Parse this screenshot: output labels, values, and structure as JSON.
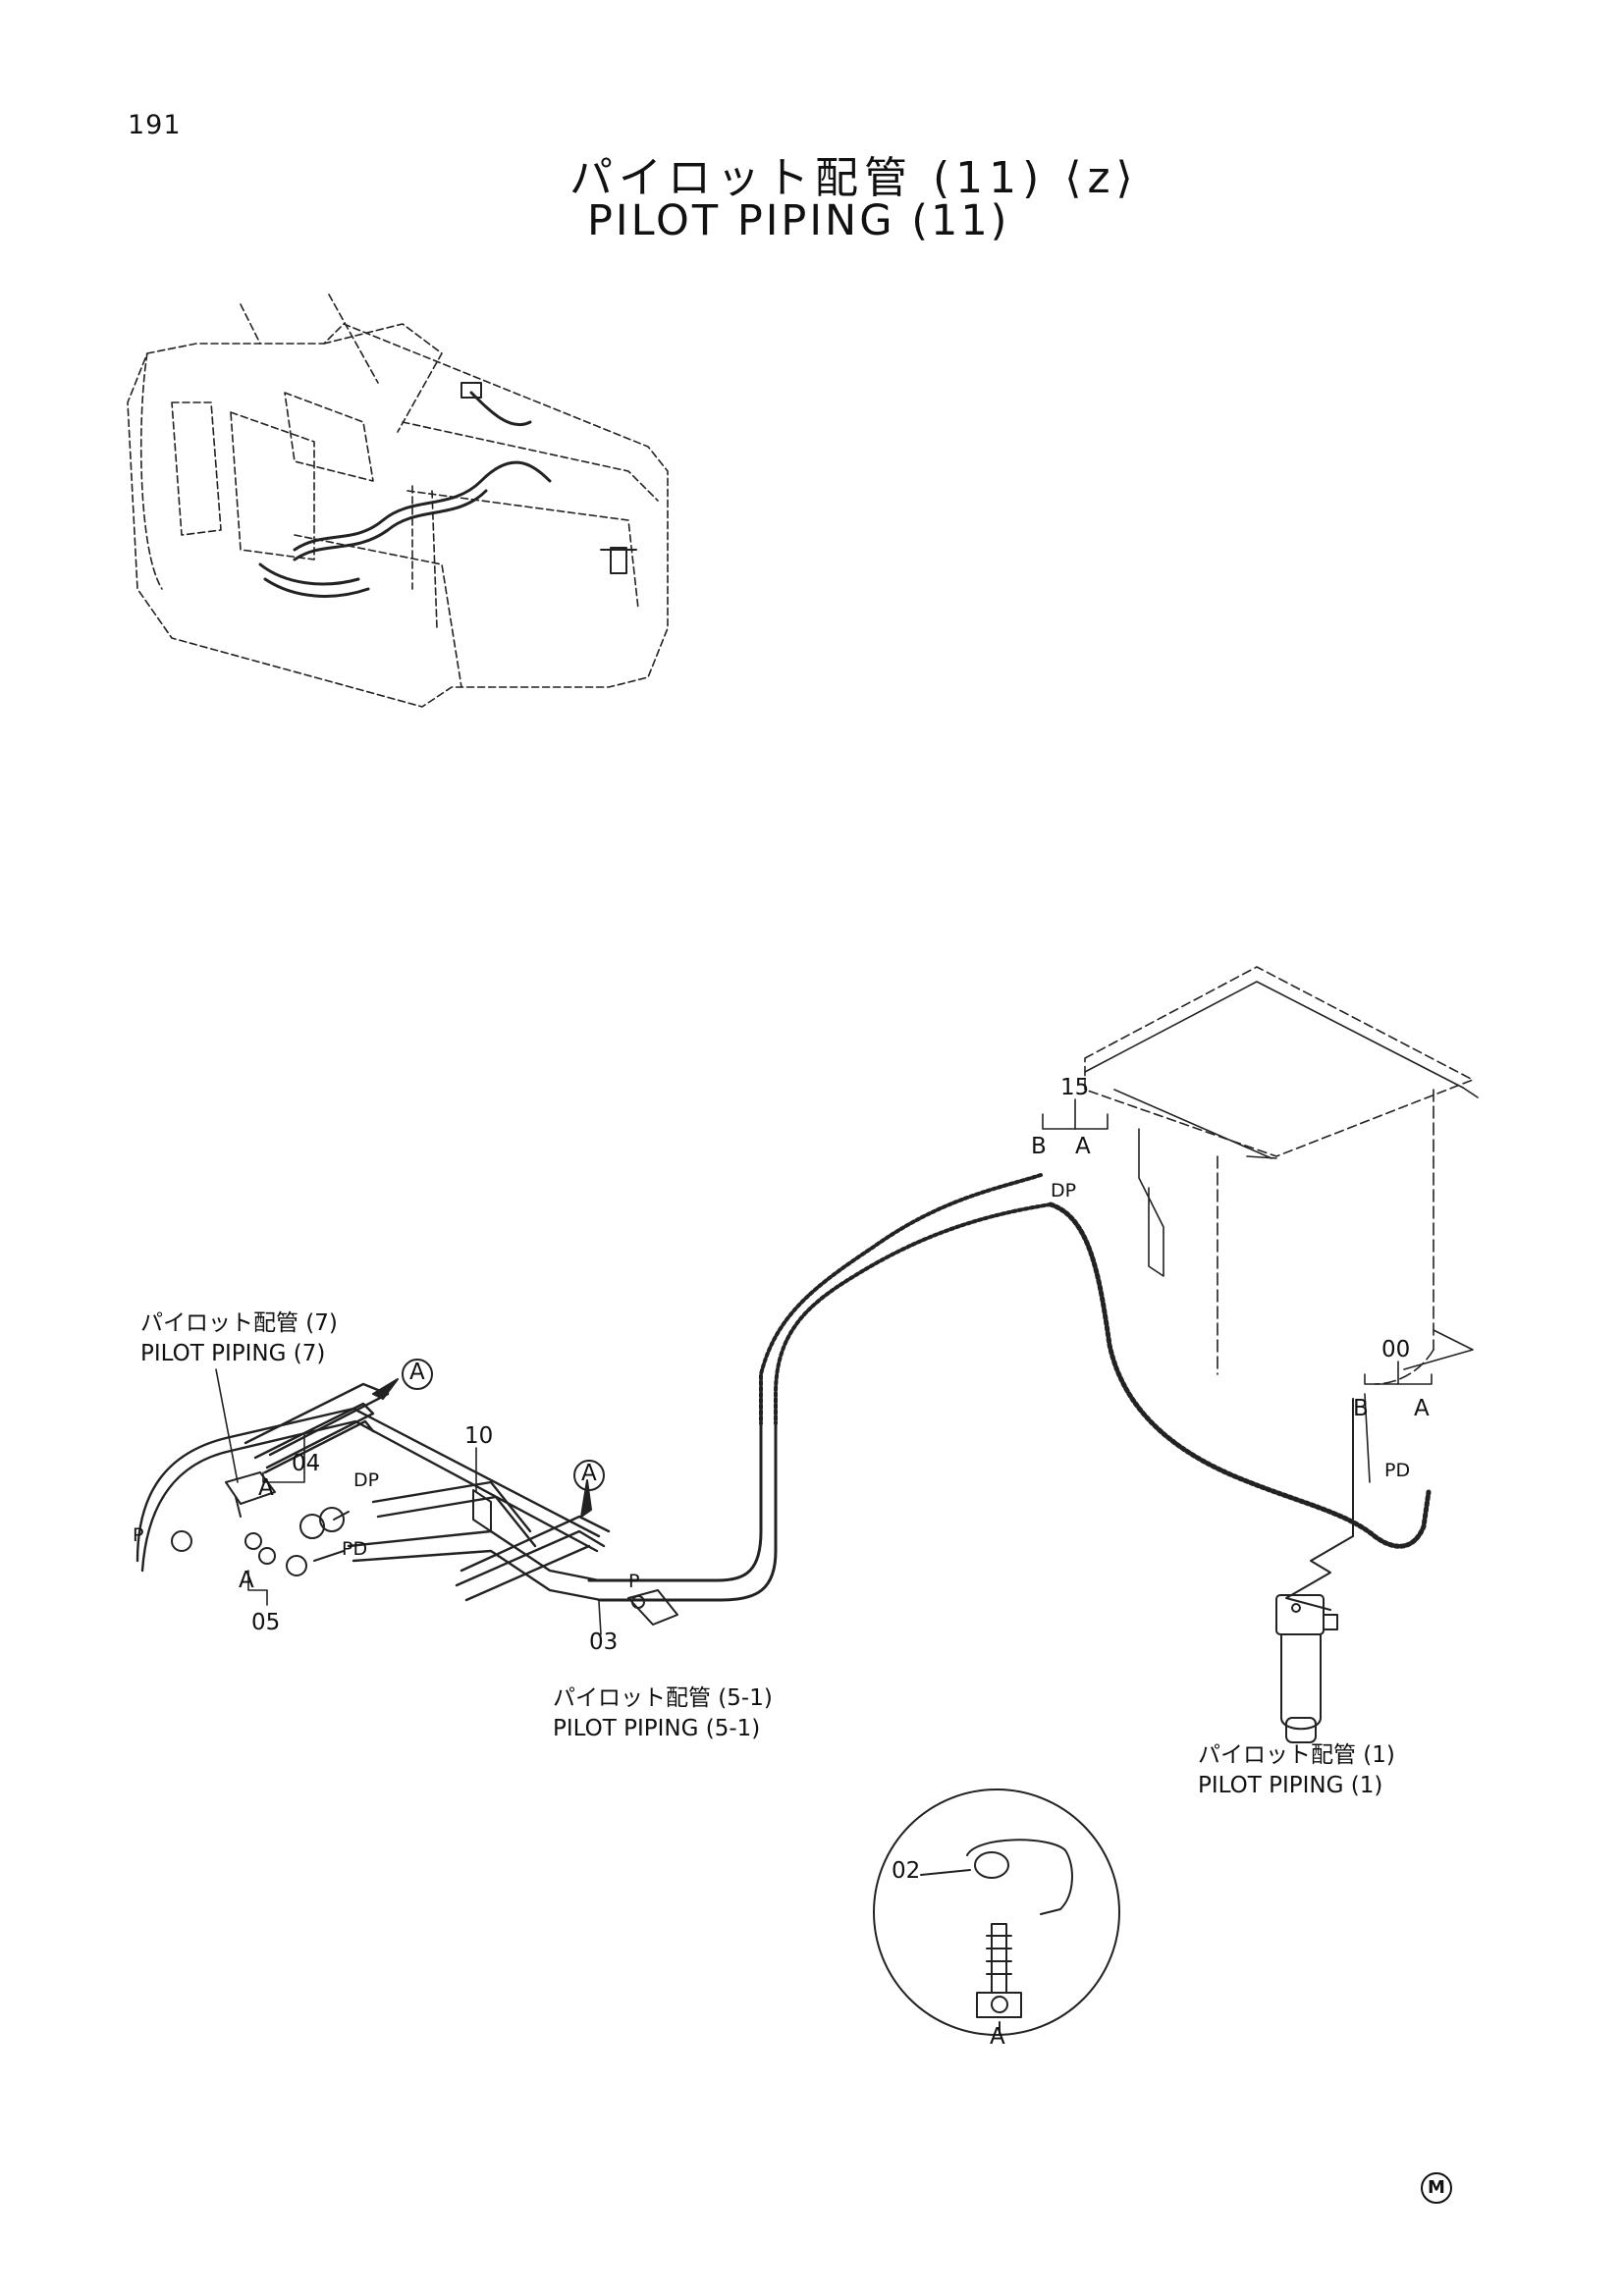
{
  "page": {
    "number": "191",
    "footer_mark": "M"
  },
  "title": {
    "japanese": "パイロット配管 (11) ⟨z⟩",
    "english": "PILOT PIPING (11)"
  },
  "references": {
    "pilot_7": {
      "jp": "パイロット配管 (7)",
      "en": "PILOT PIPING (7)"
    },
    "pilot_5_1": {
      "jp": "パイロット配管 (5-1)",
      "en": "PILOT PIPING (5-1)"
    },
    "pilot_1": {
      "jp": "パイロット配管 (1)",
      "en": "PILOT PIPING (1)"
    }
  },
  "part_labels": {
    "p15": "15",
    "p00": "00",
    "p10": "10",
    "p04": "04",
    "p05": "05",
    "p03": "03",
    "p02": "02"
  },
  "port_labels": {
    "b1": "B",
    "a1": "A",
    "dp1": "DP",
    "b2": "B",
    "a2": "A",
    "pd2": "PD",
    "dp3": "DP",
    "pd3": "PD",
    "p3": "P",
    "a4": "A",
    "a5": "A",
    "p5": "P"
  },
  "view_markers": {
    "m1": "A",
    "m2": "A",
    "detail": "A"
  }
}
